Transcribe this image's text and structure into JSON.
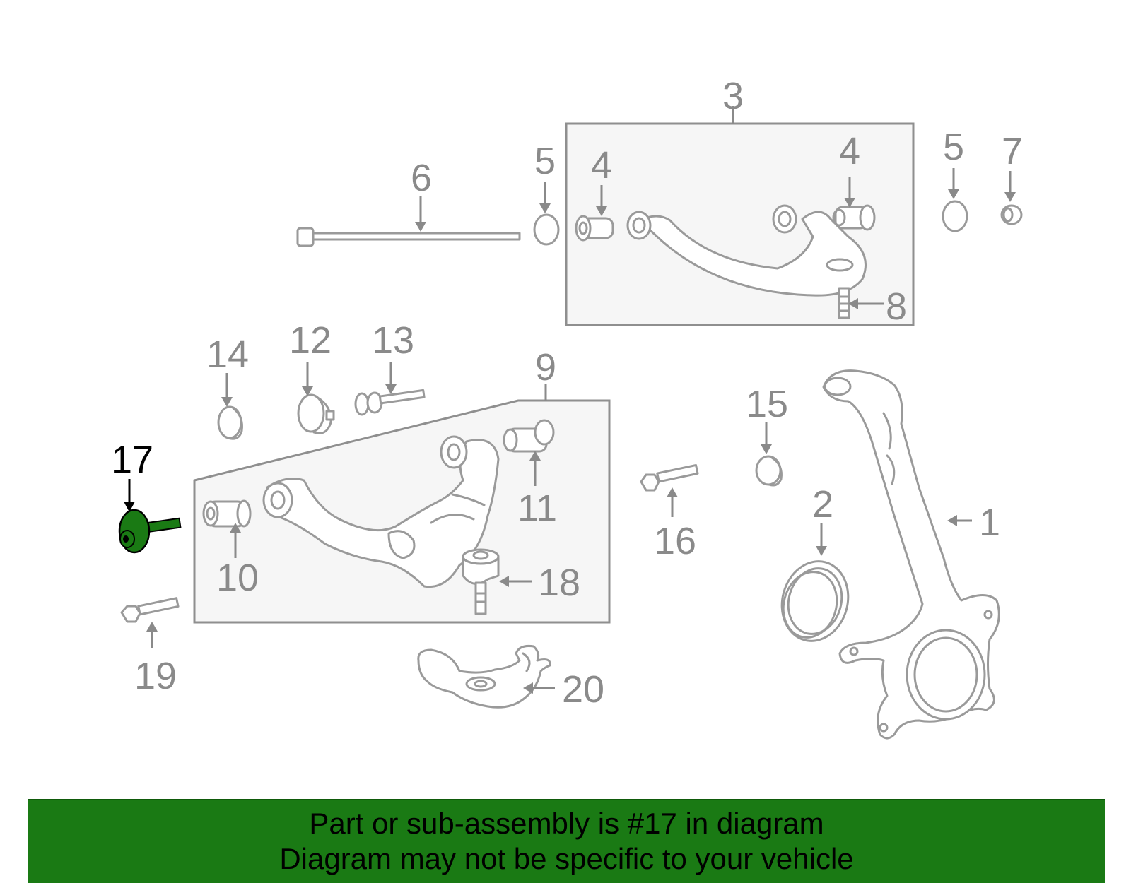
{
  "callouts": {
    "n1": "1",
    "n2": "2",
    "n3": "3",
    "n4a": "4",
    "n4b": "4",
    "n5a": "5",
    "n5b": "5",
    "n6": "6",
    "n7": "7",
    "n8": "8",
    "n9": "9",
    "n10": "10",
    "n11": "11",
    "n12": "12",
    "n13": "13",
    "n14": "14",
    "n15": "15",
    "n16": "16",
    "n17": "17",
    "n18": "18",
    "n19": "19",
    "n20": "20"
  },
  "highlight": {
    "part_number": "17",
    "color": "#1a7a14"
  },
  "banner": {
    "line1": "Part or sub-assembly is #17 in diagram",
    "line2": "Diagram may not be specific to your vehicle",
    "background": "#1a7a14"
  }
}
